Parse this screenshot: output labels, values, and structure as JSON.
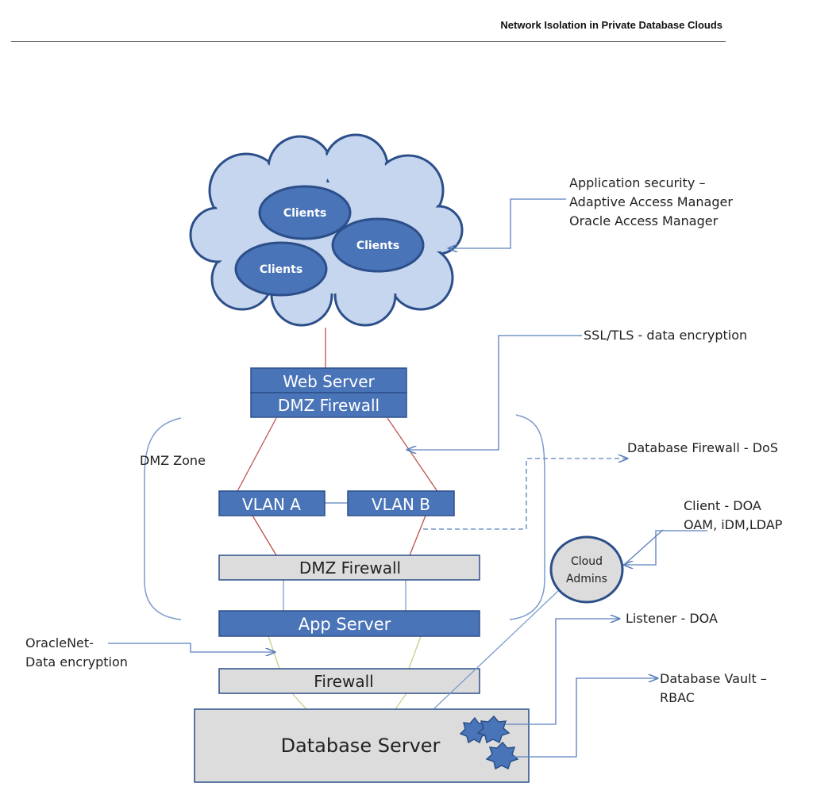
{
  "header": {
    "title": "Network Isolation in Private Database Clouds"
  },
  "cloud": {
    "clients": [
      "Clients",
      "Clients",
      "Clients"
    ]
  },
  "callouts": {
    "app_security": [
      "Application security –",
      "Adaptive Access Manager",
      "Oracle Access Manager"
    ],
    "ssl": "SSL/TLS  - data encryption",
    "db_firewall": "Database Firewall - DoS",
    "client_doa": [
      "Client  - DOA",
      "OAM, iDM,LDAP"
    ],
    "listener": "Listener - DOA",
    "db_vault": [
      "Database Vault –",
      "RBAC"
    ],
    "oraclenet": [
      "OracleNet-",
      "Data encryption"
    ]
  },
  "boxes": {
    "web_server": "Web Server",
    "dmz_firewall_top": "DMZ Firewall",
    "vlan_a": "VLAN A",
    "vlan_b": "VLAN B",
    "dmz_firewall": "DMZ Firewall",
    "app_server": "App Server",
    "firewall": "Firewall",
    "database_server": "Database Server"
  },
  "zone_label": "DMZ Zone",
  "cloud_admins": [
    "Cloud",
    "Admins"
  ],
  "colors": {
    "blue_box": "#4a74b8",
    "blue_border": "#2c4f8a",
    "cloud_fill": "#c5d6ee",
    "ellipse_fill": "#4a74b8",
    "gray_box": "#dcdcdc",
    "red_line": "#c0504d",
    "connector": "#5b7fbd"
  }
}
